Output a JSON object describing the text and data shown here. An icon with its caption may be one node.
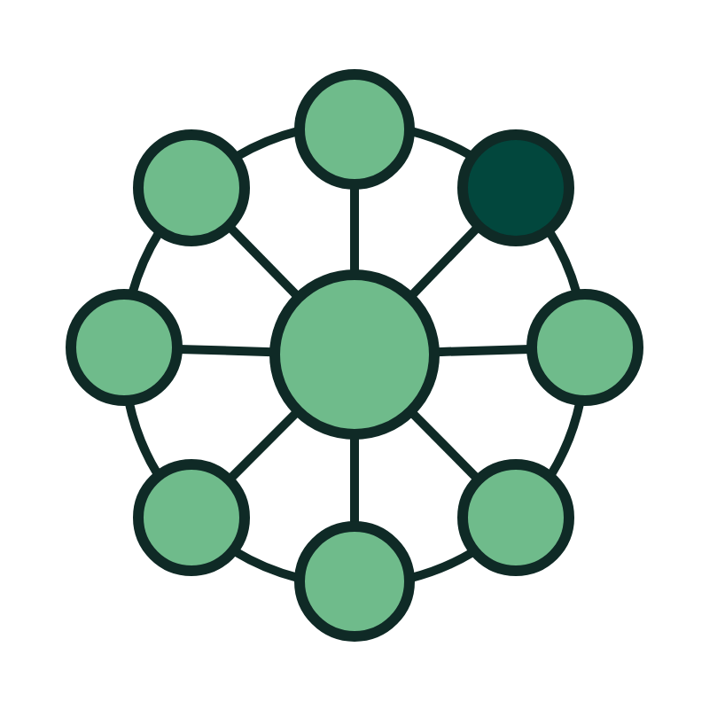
{
  "diagram": {
    "nodes": [
      {
        "text": [],
        "shape": "circle"
      },
      {
        "text": [],
        "shape": "circle"
      },
      {
        "text": [],
        "shape": "circle"
      },
      {
        "text": [],
        "shape": "circle"
      },
      {
        "text": [],
        "shape": "circle"
      },
      {
        "text": [],
        "shape": "circle"
      },
      {
        "text": [],
        "shape": "circle"
      },
      {
        "text": [],
        "shape": "circle"
      },
      {
        "text": [],
        "shape": "circle"
      }
    ],
    "edges": [
      {
        "from": 4,
        "to": 0,
        "arrow": "none"
      },
      {
        "from": 4,
        "to": 1,
        "arrow": "none"
      },
      {
        "from": 4,
        "to": 2,
        "arrow": "none"
      },
      {
        "from": 4,
        "to": 3,
        "arrow": "none"
      },
      {
        "from": 4,
        "to": 5,
        "arrow": "none"
      },
      {
        "from": 4,
        "to": 6,
        "arrow": "none"
      },
      {
        "from": 4,
        "to": 7,
        "arrow": "none"
      },
      {
        "from": 4,
        "to": 8,
        "arrow": "none"
      },
      {
        "from": 1,
        "to": 0,
        "arrow": "none"
      },
      {
        "from": 0,
        "to": 2,
        "arrow": "none"
      },
      {
        "from": 2,
        "to": 5,
        "arrow": "none"
      },
      {
        "from": 5,
        "to": 7,
        "arrow": "none"
      },
      {
        "from": 7,
        "to": 8,
        "arrow": "none"
      },
      {
        "from": 8,
        "to": 6,
        "arrow": "none"
      },
      {
        "from": 6,
        "to": 3,
        "arrow": "none"
      },
      {
        "from": 3,
        "to": 1,
        "arrow": "none"
      }
    ]
  }
}
